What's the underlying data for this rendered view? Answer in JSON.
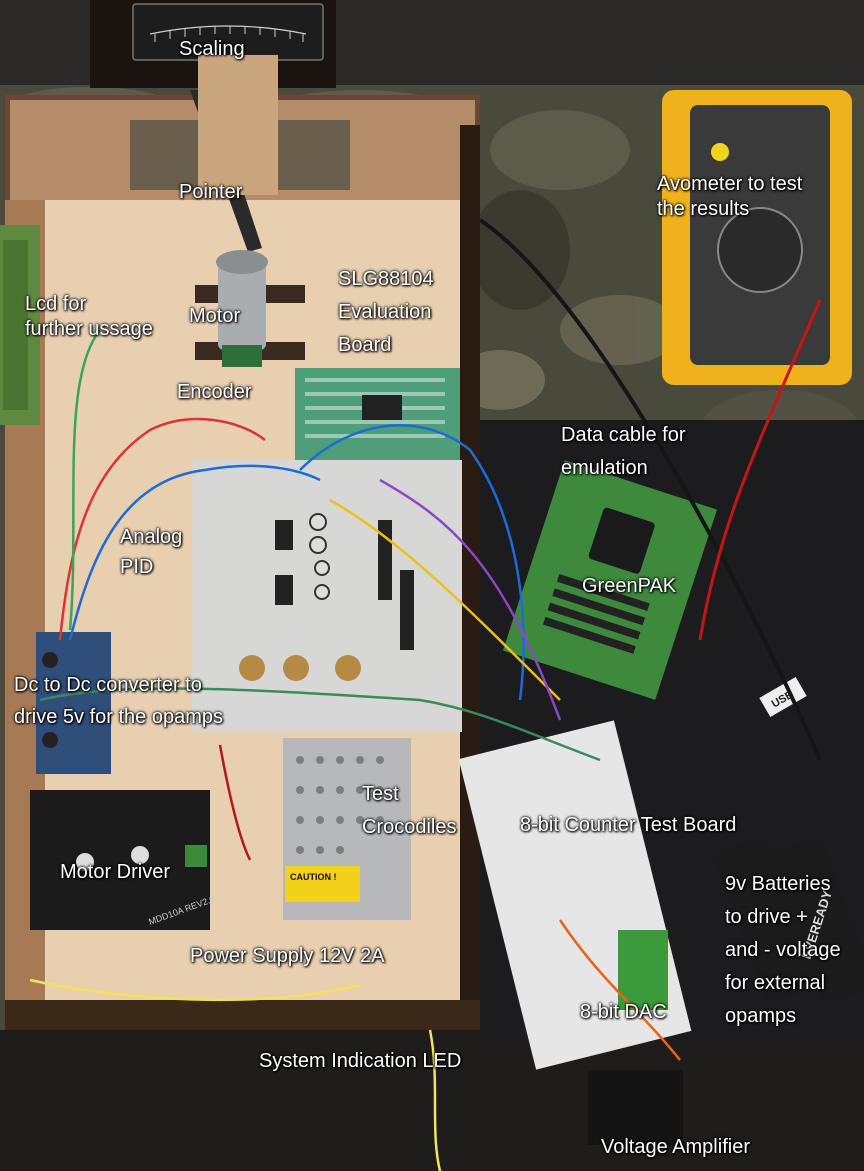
{
  "labels": {
    "scaling": "Scaling",
    "pointer": "Pointer",
    "motor": "Motor",
    "encoder": "Encoder",
    "lcd": "Lcd for\nfurther ussage",
    "slg_board": "SLG88104\nEvaluation\nBoard",
    "avometer": "Avometer to test\nthe results",
    "data_cable": "Data cable for\nemulation",
    "analog_pid": "Analog\nPID",
    "greenpak": "GreenPAK",
    "dc_dc": "Dc to Dc converter to\ndrive 5v for the opamps",
    "test_crocodiles": "Test\nCrocodiles",
    "counter_board": "8-bit Counter Test Board",
    "motor_driver": "Motor Driver",
    "batteries": "9v Batteries\nto drive +\nand - voltage\nfor external\nopamps",
    "power_supply": "Power Supply 12V  2A",
    "dac": "8-bit DAC",
    "system_led": "System Indication LED",
    "voltage_amp": "Voltage Amplifier"
  },
  "device_text": {
    "caution": "CAUTION !",
    "motor_driver_silk": "MDD10A REV2.0",
    "usb": "USB",
    "eveready": "EVEREADY"
  }
}
